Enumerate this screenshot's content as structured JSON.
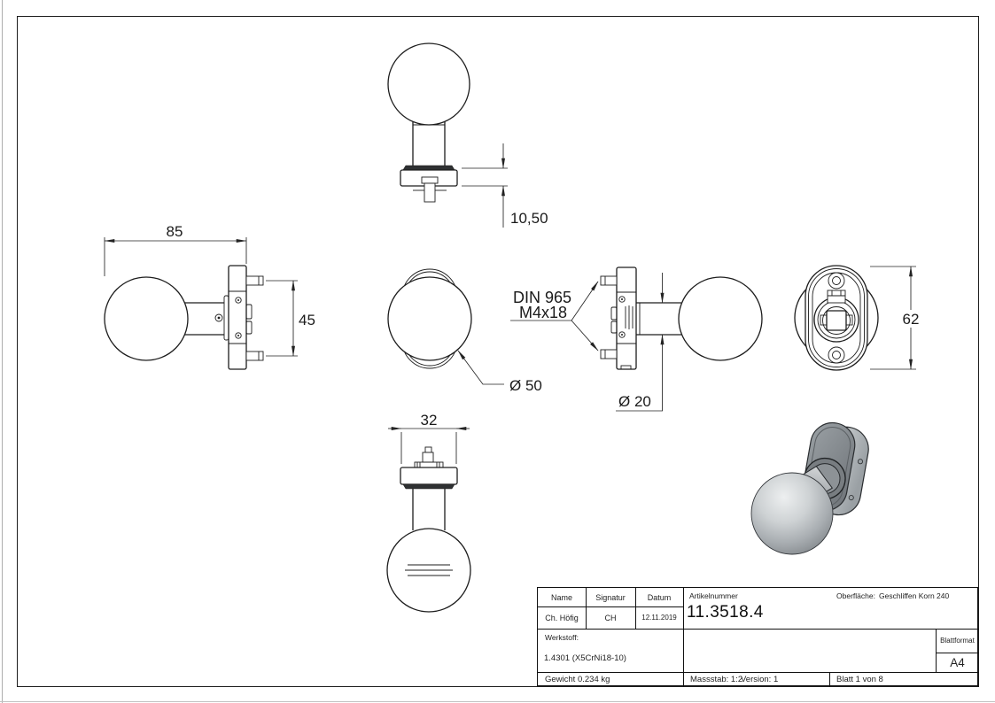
{
  "drawing": {
    "dimensions": {
      "flange_height": "10,50",
      "overall_length": "85",
      "pin_spacing": "45",
      "ball_diameter": "Ø 50",
      "neck_diameter": "Ø 20",
      "rosette_height": "62",
      "rosette_width": "32",
      "screw_note_line1": "DIN 965",
      "screw_note_line2": "M4x18"
    }
  },
  "title_block": {
    "name_label": "Name",
    "signatur_label": "Signatur",
    "datum_label": "Datum",
    "name_value": "Ch. Höfig",
    "signatur_value": "CH",
    "datum_value": "12.11.2019",
    "artikelnummer_label": "Artikelnummer",
    "artikelnummer_value": "11.3518.4",
    "oberflaeche_label": "Oberfläche:",
    "oberflaeche_value": "Geschliffen Korn 240",
    "werkstoff_label": "Werkstoff:",
    "werkstoff_value": "1.4301 (X5CrNi18-10)",
    "blattformat_label": "Blattformat",
    "blattformat_value": "A4",
    "gewicht": "Gewicht 0.234 kg",
    "massstab": "Massstab: 1:2",
    "version": "Version: 1",
    "blatt": "Blatt 1 von 8"
  }
}
